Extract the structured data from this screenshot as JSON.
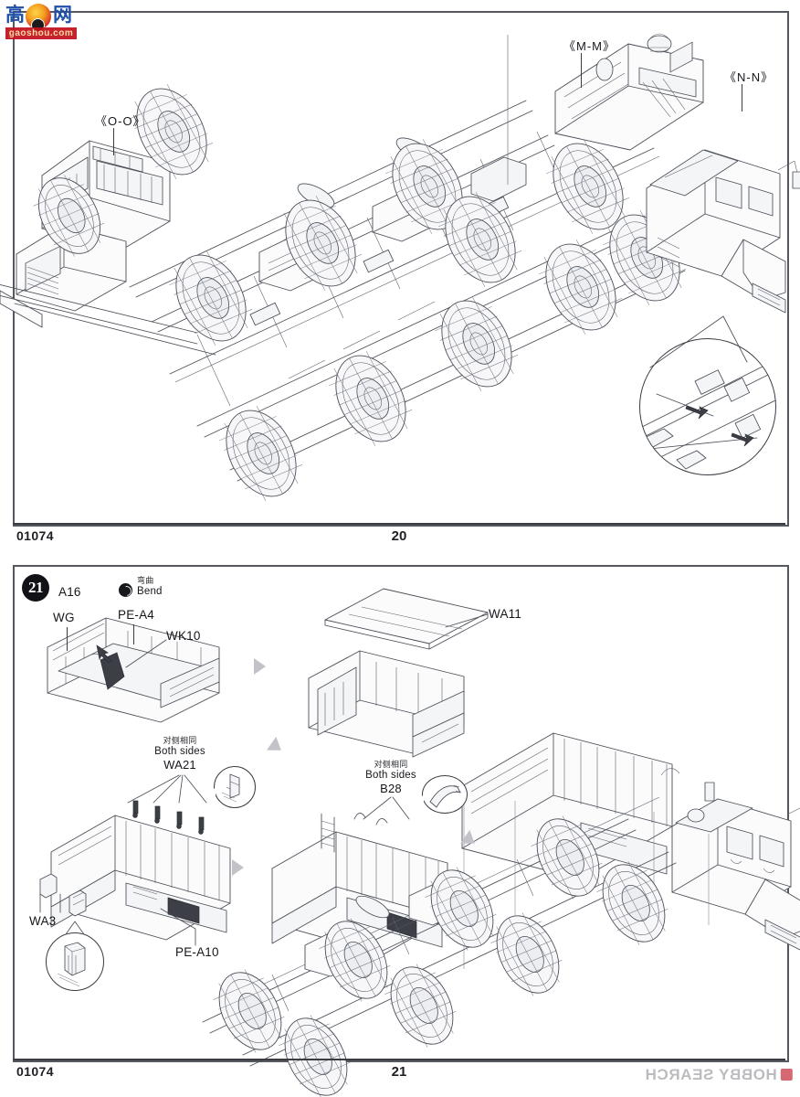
{
  "document": {
    "kit_code": "01074",
    "type": "model-kit-assembly-instructions",
    "subject_line_art": "8x8 heavy military transporter chassis, cab and cargo body"
  },
  "watermarks": {
    "publisher_logo": {
      "char_1": "高",
      "char_3": "网",
      "domain": "gaoshou.com",
      "icon": "flame-ball-icon"
    },
    "retail_watermark": {
      "text": "HOBBY SEARCH",
      "mirrored": true,
      "mark": "hs-square-icon",
      "color": "#b9b9bd"
    }
  },
  "pages": [
    {
      "id": "page-20",
      "footer_code": "01074",
      "page_number": "20",
      "section_labels": [
        {
          "id": "o-o",
          "text": "《O-O》"
        },
        {
          "id": "m-m",
          "text": "《M-M》"
        },
        {
          "id": "n-n",
          "text": "《N-N》"
        }
      ],
      "detail_callout": {
        "name": "driveshaft-detail-magnifier",
        "shape": "circle"
      }
    },
    {
      "id": "page-21",
      "footer_code": "01074",
      "page_number": "21",
      "step_number": "21",
      "part_labels": [
        {
          "id": "a16",
          "text": "A16"
        },
        {
          "id": "wg",
          "text": "WG"
        },
        {
          "id": "pe-a4",
          "text": "PE-A4"
        },
        {
          "id": "wk10",
          "text": "WK10"
        },
        {
          "id": "wa11",
          "text": "WA11"
        },
        {
          "id": "wa3",
          "text": "WA3"
        },
        {
          "id": "pe-a10",
          "text": "PE-A10"
        }
      ],
      "bend_note": {
        "cjk": "弯曲",
        "en": "Bend",
        "icon": "bend-circle-icon"
      },
      "both_sides_notes": [
        {
          "id": "wa21",
          "cjk": "对侧相同",
          "en": "Both sides",
          "part": "WA21"
        },
        {
          "id": "b28",
          "cjk": "对侧相同",
          "en": "Both sides",
          "part": "B28"
        }
      ],
      "process_arrows": 4,
      "detail_bubbles": [
        {
          "id": "wa21-bubble",
          "name": "wa21-detail-bubble"
        },
        {
          "id": "b28-bubble",
          "name": "b28-detail-bubble"
        },
        {
          "id": "wa3-bubble",
          "name": "wa3-detail-magnifier"
        }
      ]
    }
  ],
  "colors": {
    "line_art": "#4a4e57",
    "frame": "#55585e",
    "text": "#15171b",
    "badge_fill": "#111216",
    "arrow_gray": "#c2c3c8",
    "logo_blue": "#1f4fa8",
    "logo_red": "#c1121f"
  }
}
